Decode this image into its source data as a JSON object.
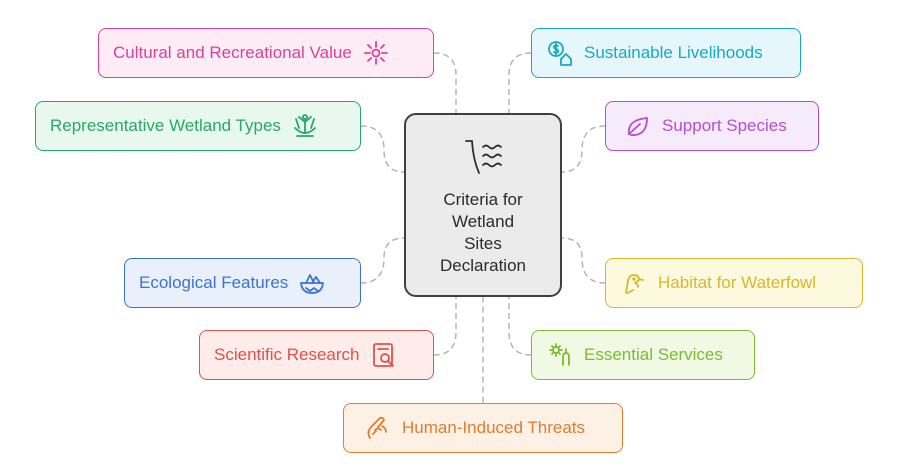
{
  "center": {
    "title_lines": [
      "Criteria for",
      "Wetland",
      "Sites",
      "Declaration"
    ],
    "icon": "wetland-waves-icon"
  },
  "nodes": {
    "cultural": {
      "label": "Cultural and Recreational Value",
      "icon": "sparkle-burst-icon",
      "color": "#d9439a",
      "bg": "#fdebf5"
    },
    "representative": {
      "label": "Representative Wetland Types",
      "icon": "wetland-plant-icon",
      "color": "#27a866",
      "bg": "#e8f8ef"
    },
    "ecological": {
      "label": "Ecological Features",
      "icon": "bowl-leaf-icon",
      "color": "#3c73cf",
      "bg": "#e9f0fc"
    },
    "scientific": {
      "label": "Scientific Research",
      "icon": "document-search-icon",
      "color": "#e1504a",
      "bg": "#fdecea"
    },
    "threats": {
      "label": "Human-Induced Threats",
      "icon": "hand-damage-icon",
      "color": "#e07d2f",
      "bg": "#fdf1e6"
    },
    "livelihoods": {
      "label": "Sustainable Livelihoods",
      "icon": "money-house-icon",
      "color": "#19a7c9",
      "bg": "#e6f7fb"
    },
    "species": {
      "label": "Support Species",
      "icon": "leaf-icon",
      "color": "#b24fd3",
      "bg": "#f6ebfb"
    },
    "waterfowl": {
      "label": "Habitat for Waterfowl",
      "icon": "bird-icon",
      "color": "#d7b72d",
      "bg": "#fcf9df"
    },
    "services": {
      "label": "Essential Services",
      "icon": "gear-hand-icon",
      "color": "#7dbb2f",
      "bg": "#f1f9e5"
    }
  }
}
